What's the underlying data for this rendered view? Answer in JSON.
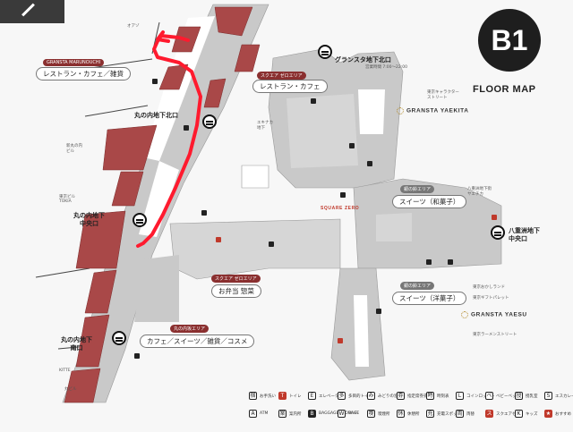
{
  "floor": {
    "level": "B1",
    "title": "FLOOR MAP"
  },
  "areas": {
    "marunouchi_tag": "GRANSTA MARUNOUCHI",
    "marunouchi_pill": "レストラン・カフェ／雑貨",
    "zeroArea_tag": "スクエア ゼロエリア",
    "zeroArea_pill": "レストラン・カフェ",
    "kitaArea_tag": "銀の鈴エリア",
    "kitaArea_pill": "スイーツ（和菓子）",
    "minamiArea_tag": "スクエア ゼロエリア",
    "minamiArea_pill": "お弁当 惣菜",
    "suzuArea_tag": "銀の鈴エリア",
    "suzuArea_pill": "スイーツ（洋菓子）",
    "south_tag": "丸の内坂エリア",
    "south_pill": "カフェ／スイーツ／雑貨／コスメ"
  },
  "exits": {
    "marunouchi_north": "丸の内地下北口",
    "marunouchi_center": "丸の内地下\n中央口",
    "marunouchi_south": "丸の内地下\n南口",
    "gransta_north": "グランスタ地下北口",
    "yaesu_center": "八重洲地下\n中央口"
  },
  "brands": {
    "yaekita": "GRANSTA YAEKITA",
    "yaesu": "GRANSTA YAESU",
    "square_zero": "SQUARE ZERO"
  },
  "labels": {
    "top_oazo": "オアゾ",
    "left_a": "東京ビル\nTOKIA",
    "left_b": "新丸の内\nビル",
    "bottom_a": "KITTE",
    "bottom_b": "丸ビル",
    "right_a": "東京キャラクター\nストリート",
    "right_b": "東京おかしランド",
    "right_c": "東京ラーメンストリート",
    "right_d": "東京ギフトパレット",
    "right_e": "八重洲地下街\nヤエチカ",
    "ekinaka": "エキナカ\n地下",
    "hours": "営業時間 7:00〜22:00"
  },
  "legend": [
    {
      "icon": "宿",
      "text": "お手洗い",
      "style": ""
    },
    {
      "icon": "T",
      "text": "トイレ",
      "style": "red"
    },
    {
      "icon": "E",
      "text": "エレベーター",
      "style": ""
    },
    {
      "icon": "多",
      "text": "多目的トイレ",
      "style": ""
    },
    {
      "icon": "み",
      "text": "みどりの窓口",
      "style": ""
    },
    {
      "icon": "券",
      "text": "指定席券売機",
      "style": ""
    },
    {
      "icon": "時",
      "text": "時刻表",
      "style": ""
    },
    {
      "icon": "Ｌ",
      "text": "コインロッカー",
      "style": ""
    },
    {
      "icon": "ベ",
      "text": "ベビーベッド",
      "style": ""
    },
    {
      "icon": "授",
      "text": "授乳室",
      "style": ""
    },
    {
      "icon": "S",
      "text": "エスカレーター",
      "style": ""
    },
    {
      "icon": "A",
      "text": "ATM",
      "style": ""
    },
    {
      "icon": "案",
      "text": "案内所",
      "style": ""
    },
    {
      "icon": "B",
      "text": "BAGGAGE STORAGE",
      "style": "dark"
    },
    {
      "icon": "W",
      "text": "Wi-Fi",
      "style": ""
    },
    {
      "icon": "喫",
      "text": "喫煙所",
      "style": ""
    },
    {
      "icon": "休",
      "text": "休憩所",
      "style": ""
    },
    {
      "icon": "充",
      "text": "充電スポット",
      "style": ""
    },
    {
      "icon": "両",
      "text": "両替",
      "style": ""
    },
    {
      "icon": "ス",
      "text": "スクエアゼロ",
      "style": "red"
    },
    {
      "icon": "K",
      "text": "キッズ",
      "style": ""
    },
    {
      "icon": "★",
      "text": "おすすめ",
      "style": "red"
    }
  ],
  "colors": {
    "shop": "#c9c9c9",
    "shop_alt": "#d6d6d6",
    "featured": "#a94848",
    "route": "#ff1a2e",
    "walk": "#ffffff"
  }
}
